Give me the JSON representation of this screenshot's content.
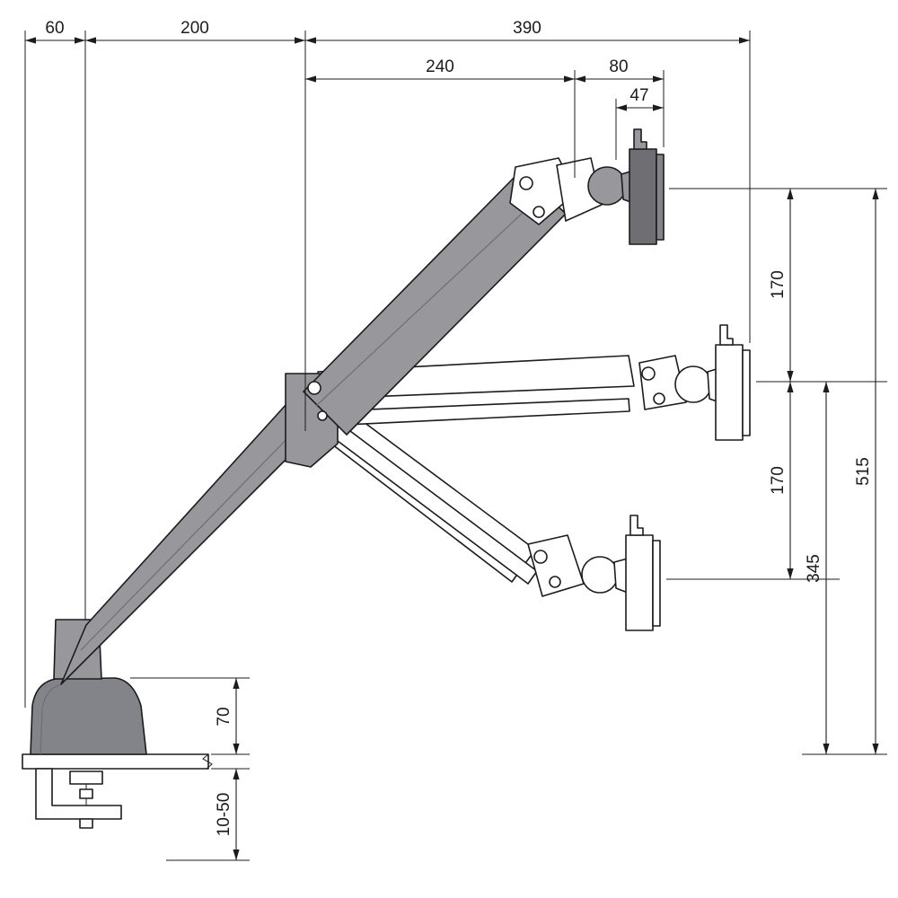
{
  "diagram": {
    "dims": {
      "d60": "60",
      "d200": "200",
      "d390": "390",
      "d240": "240",
      "d80": "80",
      "d47": "47",
      "d170_upper": "170",
      "d170_lower": "170",
      "d515": "515",
      "d345": "345",
      "d70": "70",
      "d10_50": "10-50"
    },
    "colors": {
      "line": "#1c1c1e",
      "arm": "#97979c",
      "dark": "#6e6e73",
      "mid": "#83838a",
      "white": "#ffffff"
    }
  }
}
